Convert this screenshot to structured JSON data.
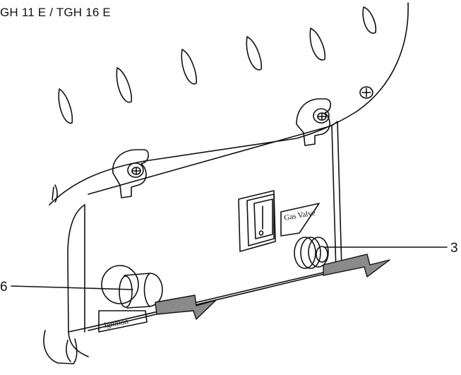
{
  "header": {
    "title": "GH 11 E / TGH 16 E"
  },
  "callouts": [
    {
      "id": "gas-valve-connector",
      "label": "3"
    },
    {
      "id": "ignition-connector",
      "label": "6"
    }
  ],
  "panel_labels": {
    "gas_valve": "Gas Valve",
    "ignition": "Ignition"
  }
}
